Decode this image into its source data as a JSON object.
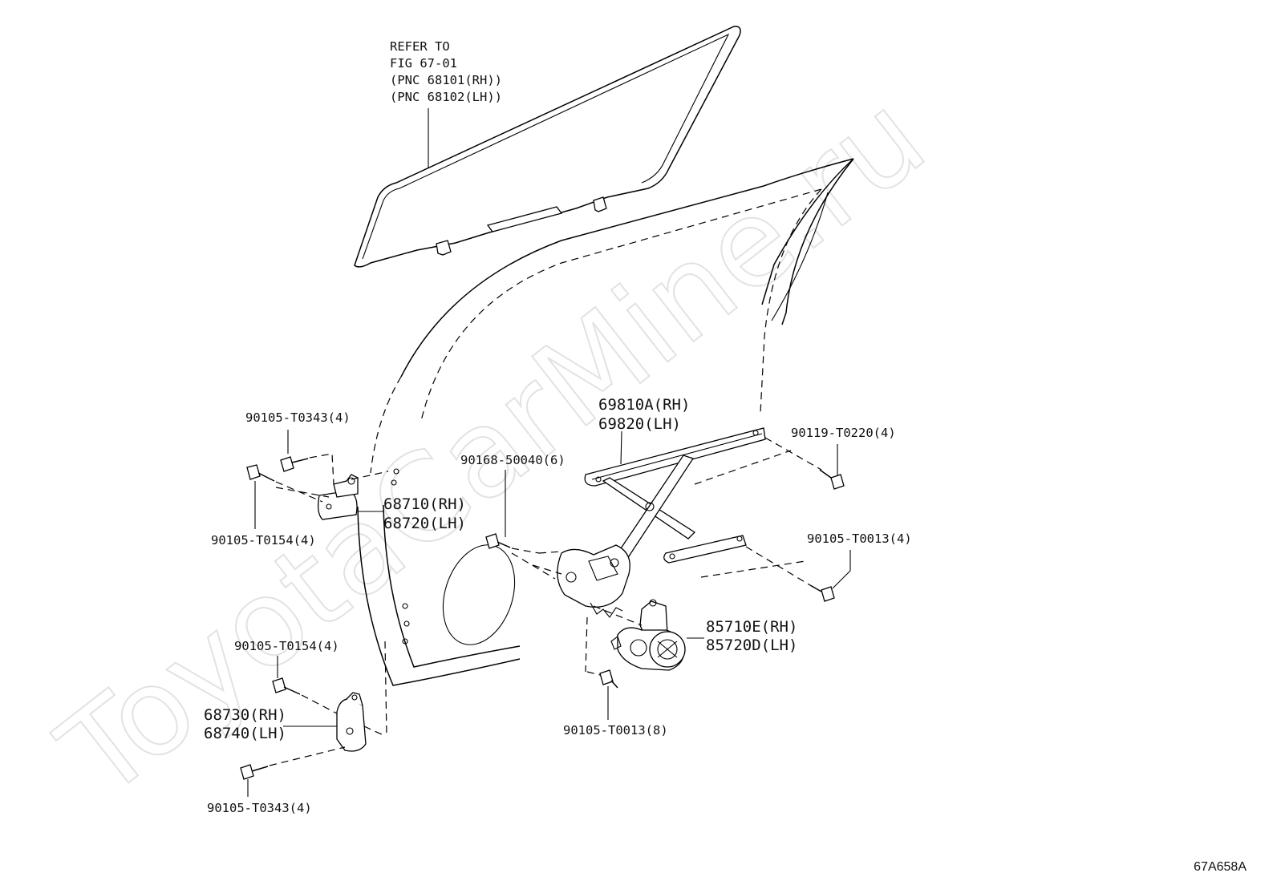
{
  "watermark": "ToyotaCarMine.ru",
  "figure_code": "67A658A",
  "glass_ref": {
    "line1": "REFER TO",
    "line2": "FIG 67-01",
    "line3": "(PNC 68101(RH))",
    "line4": "(PNC 68102(LH))"
  },
  "labels": {
    "regulator_rh": "69810A(RH)",
    "regulator_lh": "69820(LH)",
    "bolt_90119": "90119-T0220(4)",
    "bolt_90168": "90168-50040(6)",
    "bolt_90105_t0343_top": "90105-T0343(4)",
    "bolt_90105_t0154_top": "90105-T0154(4)",
    "hinge_upper_rh": "68710(RH)",
    "hinge_upper_lh": "68720(LH)",
    "bolt_90105_t0013_right": "90105-T0013(4)",
    "motor_rh": "85710E(RH)",
    "motor_lh": "85720D(LH)",
    "bolt_90105_t0013_bottom": "90105-T0013(8)",
    "bolt_90105_t0154_bottom": "90105-T0154(4)",
    "hinge_lower_rh": "68730(RH)",
    "hinge_lower_lh": "68740(LH)",
    "bolt_90105_t0343_bottom": "90105-T0343(4)"
  }
}
